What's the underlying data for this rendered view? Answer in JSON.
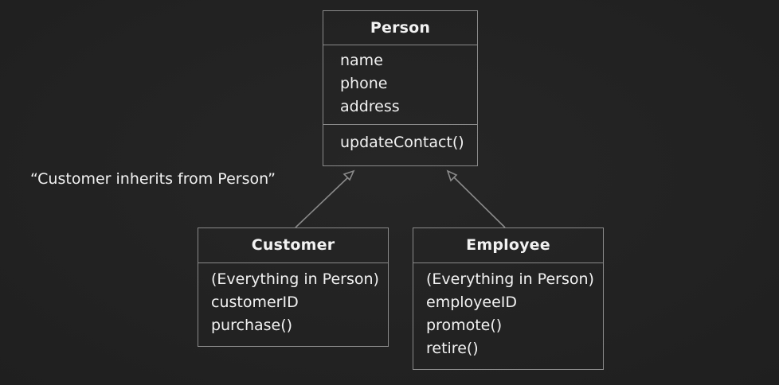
{
  "diagram": {
    "caption": "“Customer inherits from Person”",
    "classes": {
      "person": {
        "name": "Person",
        "attributes": [
          "name",
          "phone",
          "address"
        ],
        "methods": [
          "updateContact()"
        ]
      },
      "customer": {
        "name": "Customer",
        "members": [
          "(Everything in Person)",
          "customerID",
          "purchase()"
        ]
      },
      "employee": {
        "name": "Employee",
        "members": [
          "(Everything in Person)",
          "employeeID",
          "promote()",
          "retire()"
        ]
      }
    },
    "relationships": [
      {
        "type": "inheritance",
        "from": "Customer",
        "to": "Person"
      },
      {
        "type": "inheritance",
        "from": "Employee",
        "to": "Person"
      }
    ],
    "colors": {
      "background": "#222222",
      "border": "#8a8a8a",
      "text": "#f2f2f2"
    }
  }
}
